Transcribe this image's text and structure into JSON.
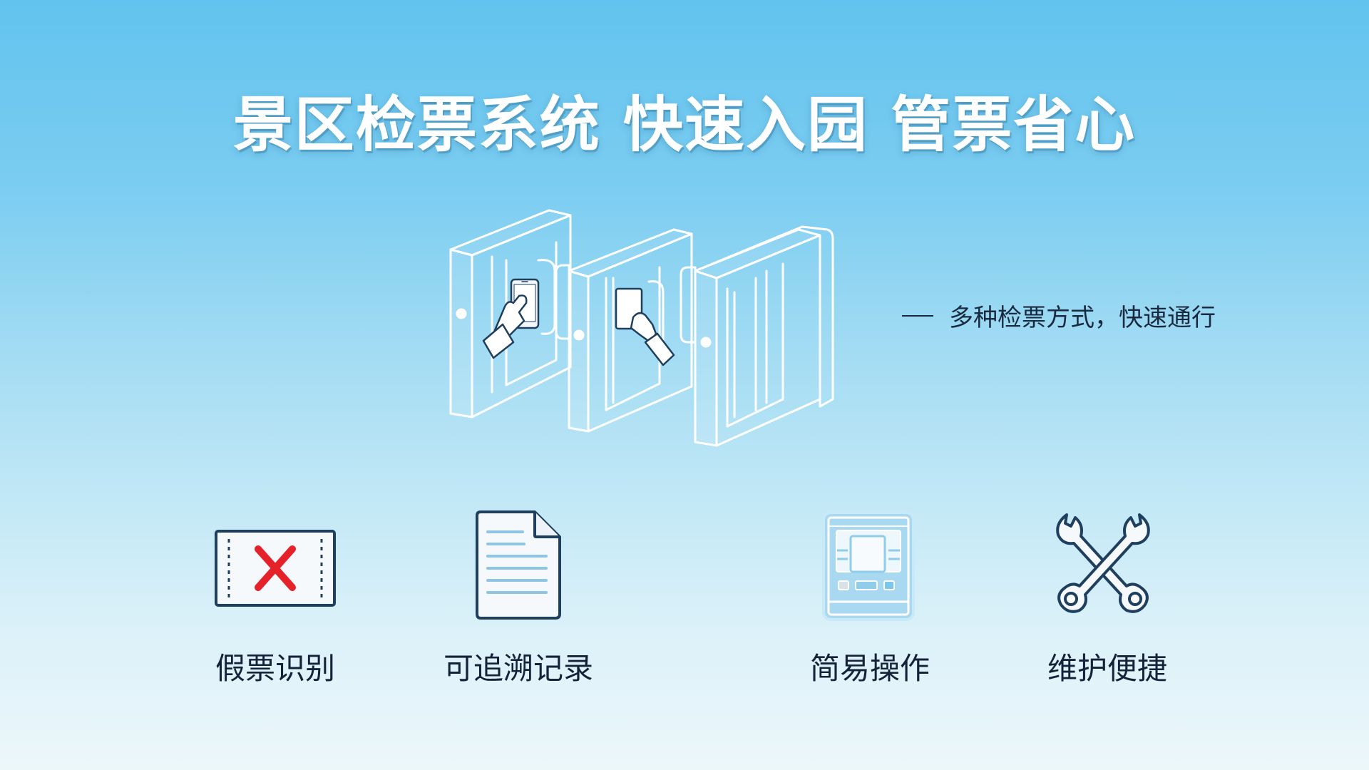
{
  "title": "景区检票系统 快速入园 管票省心",
  "illustration": {
    "gates": [
      {
        "name": "gate-mobile",
        "method": "mobile-phone-scan"
      },
      {
        "name": "gate-card",
        "method": "card-swipe"
      },
      {
        "name": "gate-plain",
        "method": "open-gate"
      }
    ],
    "annotation": "多种检票方式，快速通行"
  },
  "features": [
    {
      "label": "假票识别",
      "icon": "fake-ticket-x-icon"
    },
    {
      "label": "可追溯记录",
      "icon": "document-icon"
    },
    {
      "label": "简易操作",
      "icon": "terminal-icon"
    },
    {
      "label": "维护便捷",
      "icon": "crossed-wrenches-icon"
    }
  ],
  "colors": {
    "background_top": "#62c3ee",
    "background_bottom": "#ecf7fa",
    "title": "#ffffff",
    "text": "#14233a",
    "icon_outline": "#1f3f5e",
    "alert_red": "#e5222a",
    "light_blue": "#8fcdea"
  }
}
